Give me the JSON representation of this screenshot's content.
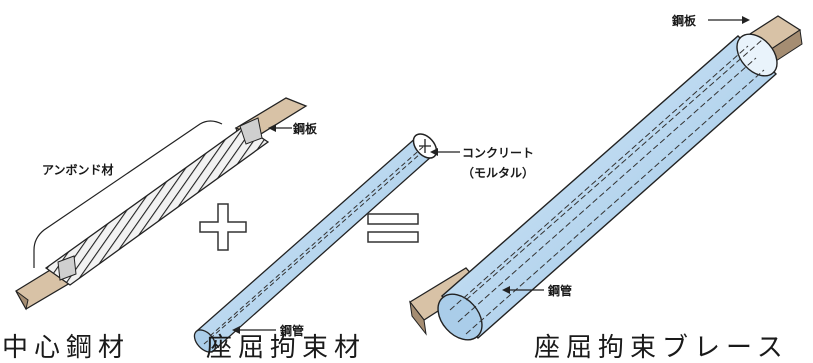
{
  "labels": {
    "steel_plate_1": "鋼板",
    "unbonded_material": "アンボンド材",
    "concrete": "コンクリート",
    "mortar": "（モルタル）",
    "steel_pipe_1": "鋼管",
    "steel_plate_2": "鋼板",
    "steel_pipe_2": "鋼管"
  },
  "captions": {
    "core": "中心鋼材",
    "restraint": "座屈拘束材",
    "brace": "座屈拘束ブレース"
  },
  "operators": {
    "plus": "+",
    "equals": "="
  },
  "colors": {
    "tube_fill": "#b9d7ef",
    "tube_edge": "#2a2a2a",
    "steel_flange": "#d8c2a6",
    "steel_shadow": "#a58d72",
    "text": "#1a1a1a"
  }
}
